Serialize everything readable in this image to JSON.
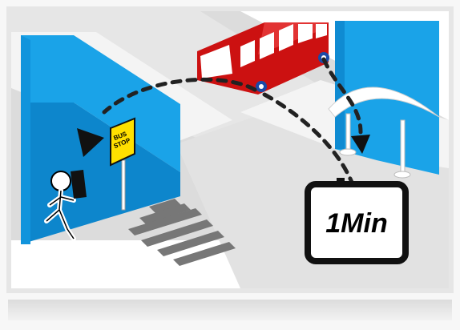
{
  "illustration": {
    "bus_stop_sign": {
      "line1": "BUS",
      "line2": "STOP"
    },
    "timer_label": "1Min",
    "colors": {
      "wall_blue": "#1aa3e8",
      "bus_red": "#cc1111",
      "road_gray": "#d8d8d8",
      "path_dark": "#222222"
    },
    "icons": [
      "pedestrian-icon",
      "bus-icon",
      "bus-stop-sign-icon",
      "bus-shelter-icon",
      "crosswalk-icon",
      "timer-badge-icon"
    ]
  }
}
